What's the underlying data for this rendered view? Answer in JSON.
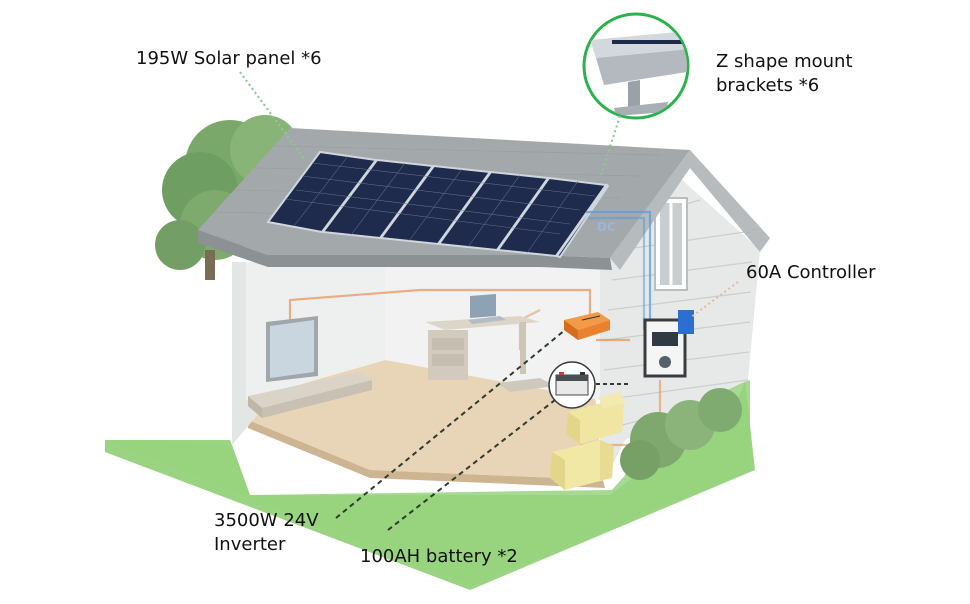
{
  "labels": {
    "solar_panel": "195W Solar panel *6",
    "bracket_line1": "Z shape mount",
    "bracket_line2": "brackets *6",
    "controller": "60A Controller",
    "inverter_line1": "3500W 24V",
    "inverter_line2": "Inverter",
    "battery": "100AH battery *2",
    "dc": "DC"
  },
  "colors": {
    "callout_circle": "#2bb24c",
    "leader_green": "#8cc890",
    "leader_dark": "#2e3b2e",
    "wire_orange": "#e07a3a",
    "wire_blue": "#4a90d9",
    "grass": "#8fcf74",
    "roof": "#9ea3a6",
    "wall": "#e9eceb",
    "floor": "#e7d2b4",
    "panel": "#1e2a4a"
  },
  "icons": [
    "solar-panel-icon",
    "tree-icon",
    "window-icon",
    "tv-icon",
    "desk-icon",
    "laptop-icon",
    "sofa-icon",
    "armchair-icon",
    "inverter-icon",
    "battery-icon",
    "controller-icon",
    "bracket-icon",
    "shrub-icon"
  ]
}
